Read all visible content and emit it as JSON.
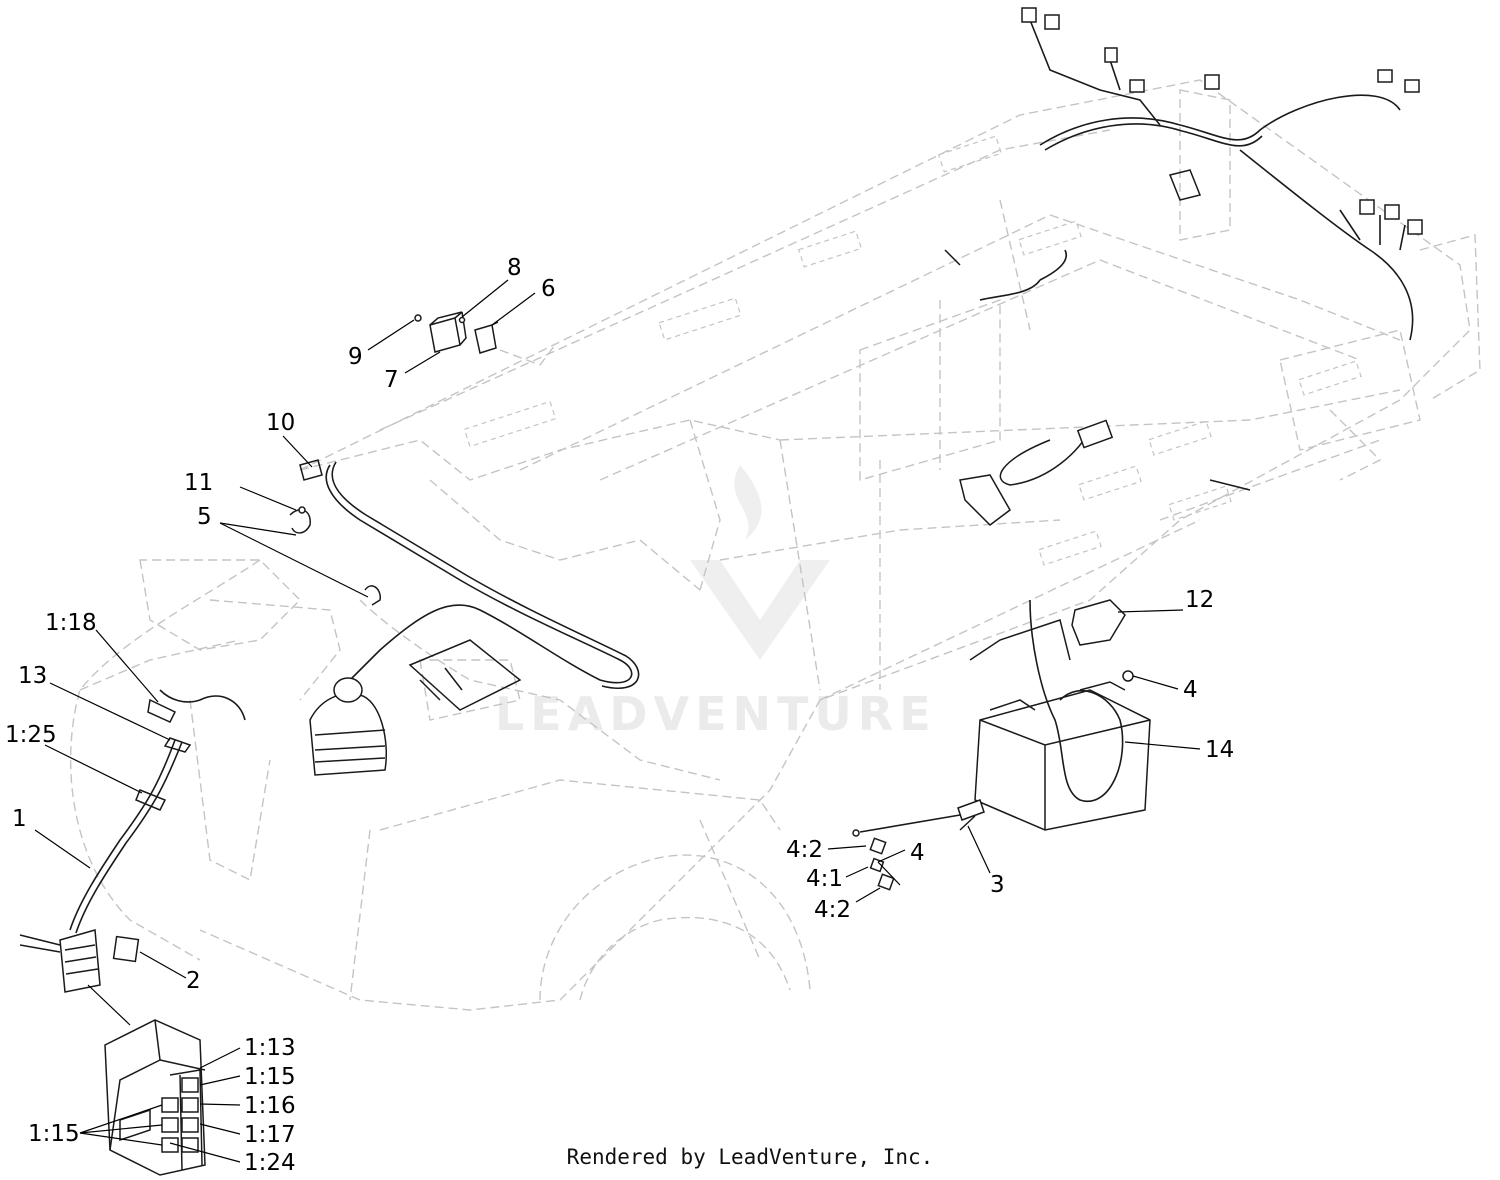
{
  "callouts": {
    "c1": "1",
    "c2": "2",
    "c3": "3",
    "c4a": "4",
    "c4b": "4",
    "c5": "5",
    "c6": "6",
    "c7": "7",
    "c8": "8",
    "c9": "9",
    "c10": "10",
    "c11": "11",
    "c12": "12",
    "c13": "13",
    "c14": "14",
    "c1_18": "1:18",
    "c1_25": "1:25",
    "c4_2a": "4:2",
    "c4_1": "4:1",
    "c4_2b": "4:2",
    "c1_13": "1:13",
    "c1_15a": "1:15",
    "c1_16": "1:16",
    "c1_17": "1:17",
    "c1_24": "1:24",
    "c1_15b": "1:15"
  },
  "watermark": {
    "text": "LEADVENTURE"
  },
  "footer": {
    "text": "Rendered by LeadVenture, Inc."
  },
  "colors": {
    "ghost_line": "#c4c4c4",
    "part_line": "#1a1a1a",
    "watermark": "#ebebeb"
  }
}
